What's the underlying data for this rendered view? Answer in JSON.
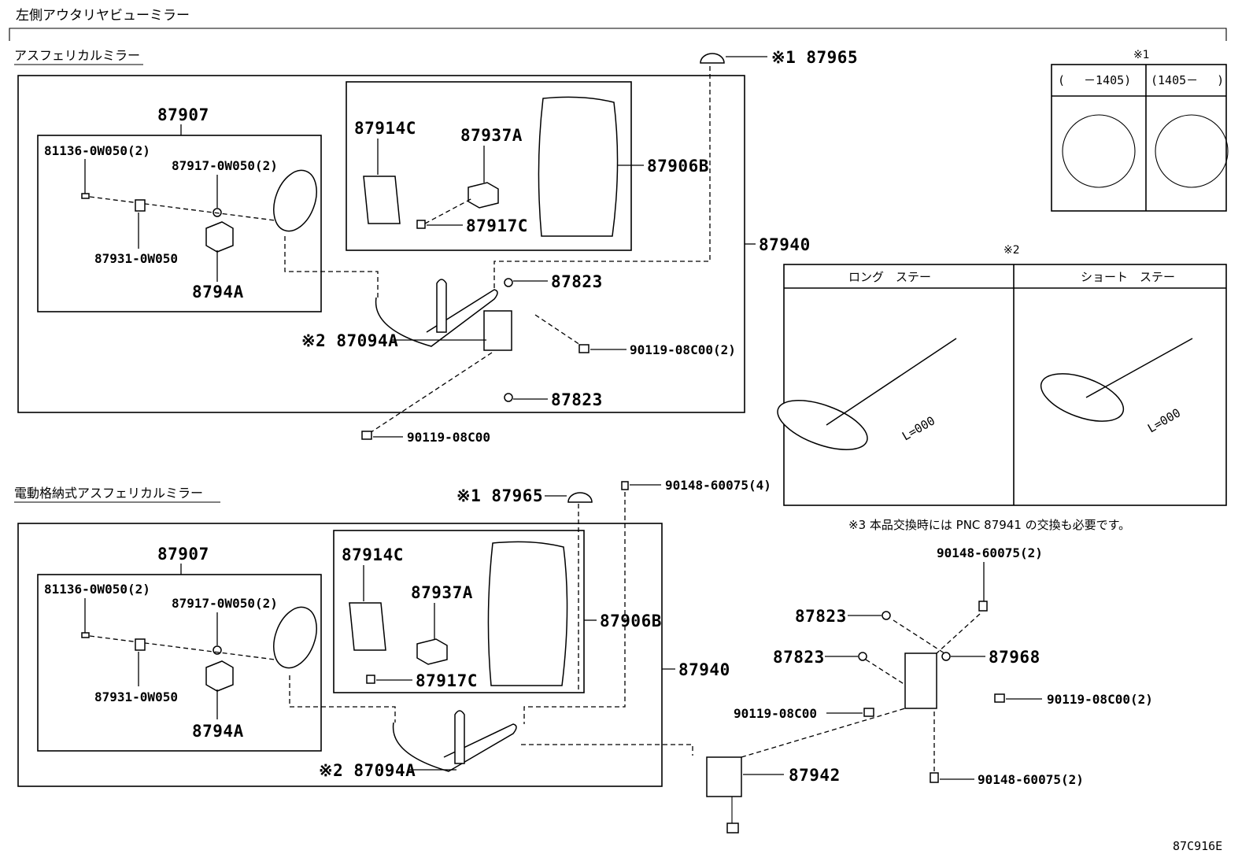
{
  "title": "左側アウタリヤビューミラー",
  "diagram_code": "87C916E",
  "sections": {
    "upper": {
      "heading": "アスフェリカルミラー",
      "labels": {
        "p87965": "※1 87965",
        "p87907": "87907",
        "p81136": "81136-0W050(2)",
        "p87917": "87917-0W050(2)",
        "p87931": "87931-0W050",
        "p8794A": "8794A",
        "p87914C": "87914C",
        "p87937A": "87937A",
        "p87917C": "87917C",
        "p87906B": "87906B",
        "p87940": "87940",
        "p87823a": "87823",
        "p87823b": "87823",
        "p87094A": "※2 87094A",
        "p90119a": "90119-08C00(2)",
        "p90119b": "90119-08C00"
      }
    },
    "lower": {
      "heading": "電動格納式アスフェリカルミラー",
      "labels": {
        "p87965": "※1 87965",
        "p90148a": "90148-60075(4)",
        "p87907": "87907",
        "p81136": "81136-0W050(2)",
        "p87917": "87917-0W050(2)",
        "p87931": "87931-0W050",
        "p8794A": "8794A",
        "p87914C": "87914C",
        "p87937A": "87937A",
        "p87917C": "87917C",
        "p87906B": "87906B",
        "p87940": "87940",
        "p87094A": "※2 87094A",
        "p90148b": "90148-60075(2)",
        "p87823a": "87823",
        "p87823b": "87823",
        "p87968": "87968",
        "p90119a": "90119-08C00",
        "p90119b": "90119-08C00(2)",
        "p87942": "87942",
        "p90148c": "90148-60075(2)"
      }
    }
  },
  "note1": {
    "mark": "※1",
    "col1": "(　 －1405)",
    "col2": "(1405－　 )"
  },
  "note2": {
    "mark": "※2",
    "col1": "ロング　ステー",
    "col2": "ショート　ステー",
    "dim1": "L=000",
    "dim2": "L=000"
  },
  "note3": "※3 本品交換時には PNC 87941 の交換も必要です。"
}
